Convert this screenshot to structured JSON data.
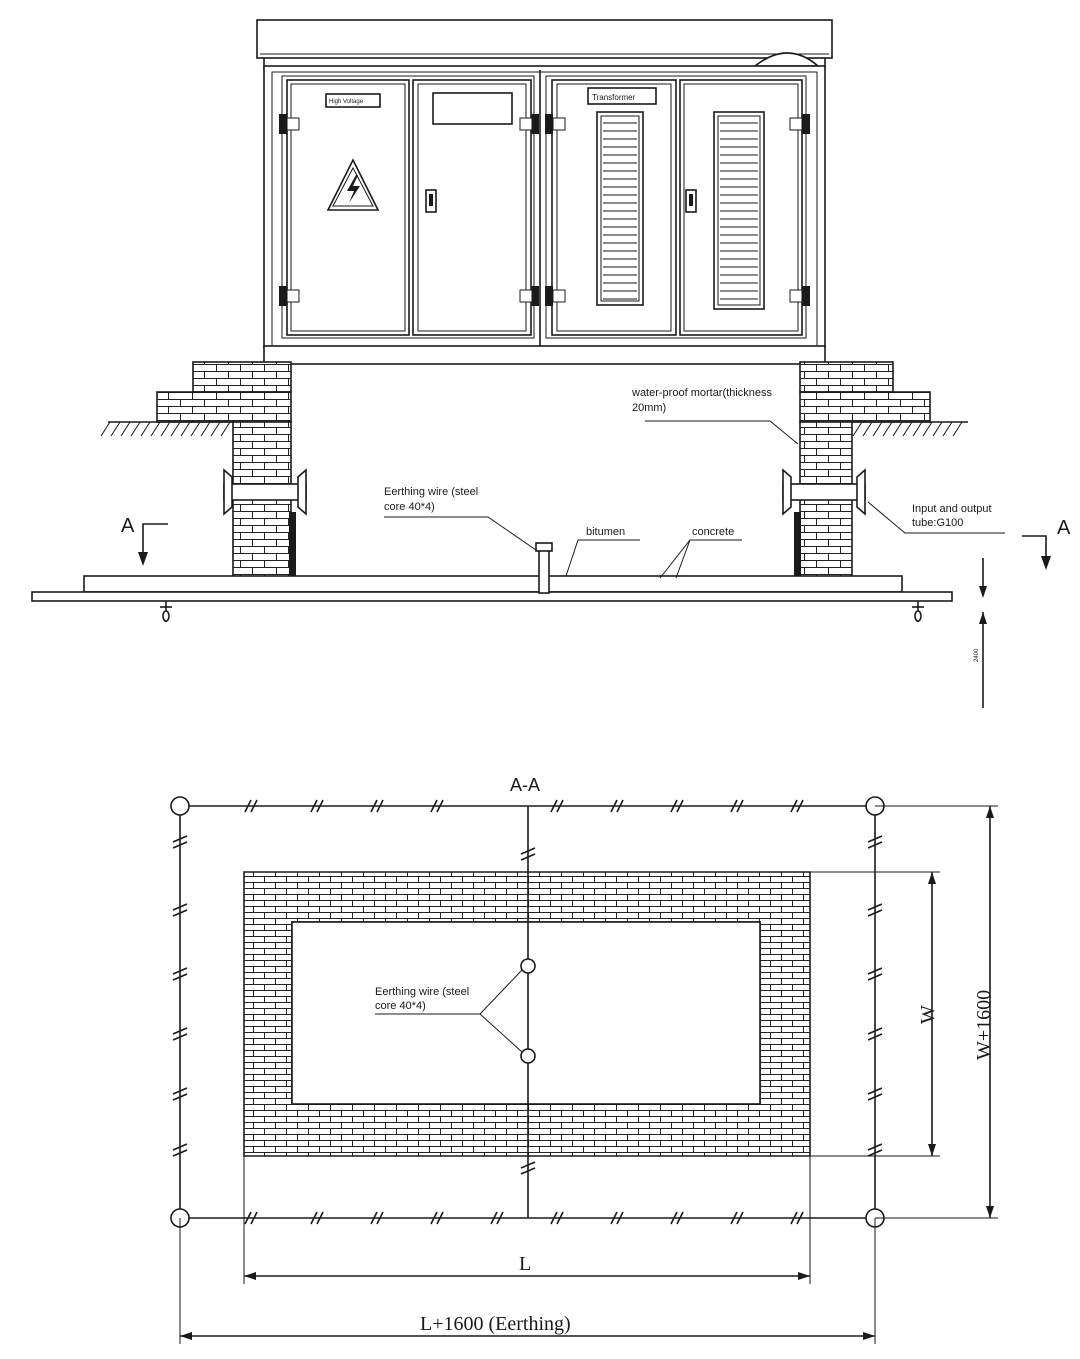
{
  "elevation": {
    "door_labels": {
      "high_voltage": "High Voltage",
      "transformer": "Transformer"
    },
    "callouts": {
      "waterproof_line1": "water-proof mortar(thickness",
      "waterproof_line2": "20mm)",
      "earthing_line1": "Eerthing wire (steel",
      "earthing_line2": "core 40*4)",
      "bitumen": "bitumen",
      "concrete": "concrete",
      "tube_line1": "Input and output",
      "tube_line2": "tube:G100"
    },
    "section_marker": "A",
    "small_dim": "2400"
  },
  "plan": {
    "title": "A-A",
    "earthing_line1": "Eerthing wire (steel",
    "earthing_line2": "core 40*4)",
    "dim_w": "W",
    "dim_w1600": "W+1600",
    "dim_l": "L",
    "dim_l1600": "L+1600 (Eerthing)"
  }
}
